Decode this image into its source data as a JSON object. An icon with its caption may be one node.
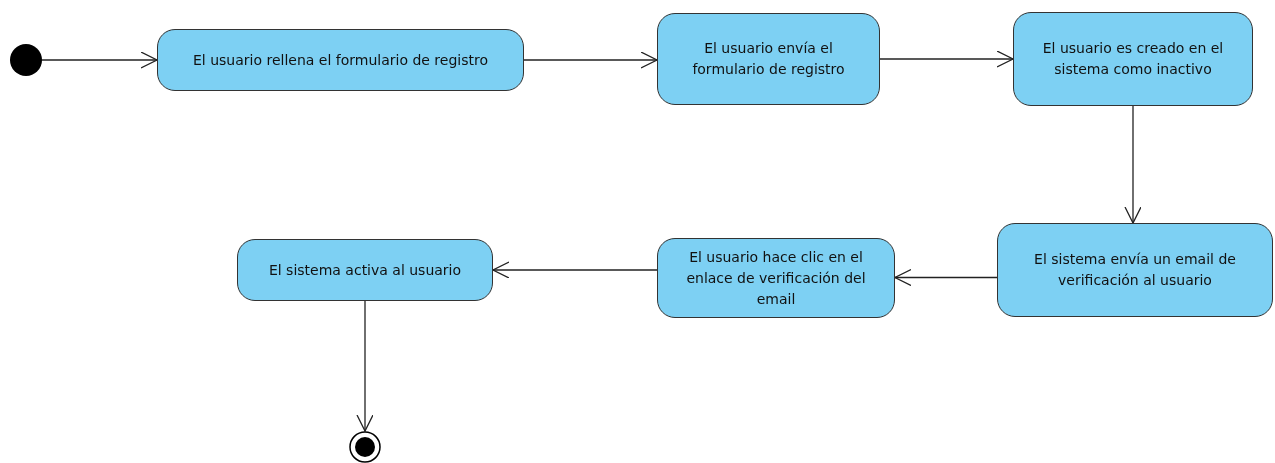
{
  "diagram": {
    "nodes": [
      {
        "text": [],
        "shape": "circle"
      },
      {
        "text": [
          "El usuario rellena el formulario de registro"
        ]
      },
      {
        "text": [
          "El usuario envía el formulario de registro"
        ]
      },
      {
        "text": [
          "El usuario es creado en el sistema como inactivo"
        ]
      },
      {
        "text": [
          "El sistema envía un email de verificación al usuario"
        ]
      },
      {
        "text": [
          "El usuario hace clic en el enlace de verificación del email"
        ]
      },
      {
        "text": [
          "El sistema activa al usuario"
        ]
      },
      {
        "text": [],
        "shape": "bullseye"
      }
    ],
    "edges": [
      {
        "from": 0,
        "to": 1,
        "arrow": "to"
      },
      {
        "from": 1,
        "to": 2,
        "arrow": "to"
      },
      {
        "from": 2,
        "to": 3,
        "arrow": "to"
      },
      {
        "from": 3,
        "to": 4,
        "arrow": "to"
      },
      {
        "from": 4,
        "to": 5,
        "arrow": "to"
      },
      {
        "from": 5,
        "to": 6,
        "arrow": "to"
      },
      {
        "from": 6,
        "to": 7,
        "arrow": "to"
      }
    ]
  }
}
